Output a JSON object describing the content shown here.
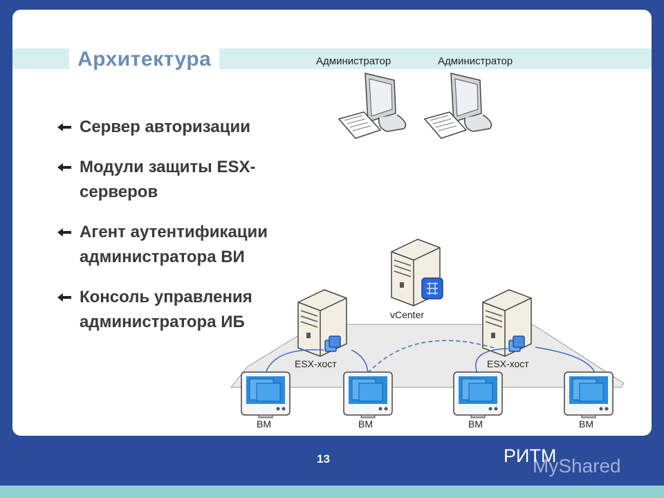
{
  "slide": {
    "title": "Архитектура",
    "bullets": [
      "Сервер авторизации",
      "Модули защиты ESX-серверов",
      "Агент аутентификации администратора ВИ",
      "Консоль управления администратора ИБ"
    ],
    "page_number": "13",
    "footer_brand": "РИТМ",
    "watermark": "MyShared"
  },
  "diagram": {
    "admin_labels": [
      "Администратор",
      "Администратор"
    ],
    "vcenter_label": "vCenter",
    "esx_labels": [
      "ESX-хост",
      "ESX-хост"
    ],
    "vm_labels": [
      "ВМ",
      "ВМ",
      "ВМ",
      "ВМ"
    ]
  },
  "colors": {
    "background": "#2b4b9b",
    "title": "#6b8fb5",
    "title_band": "#d8efef",
    "footer_band": "#8fcfcf",
    "link_line": "#3a6ac0",
    "vm_screen": "#2a8cdc"
  }
}
